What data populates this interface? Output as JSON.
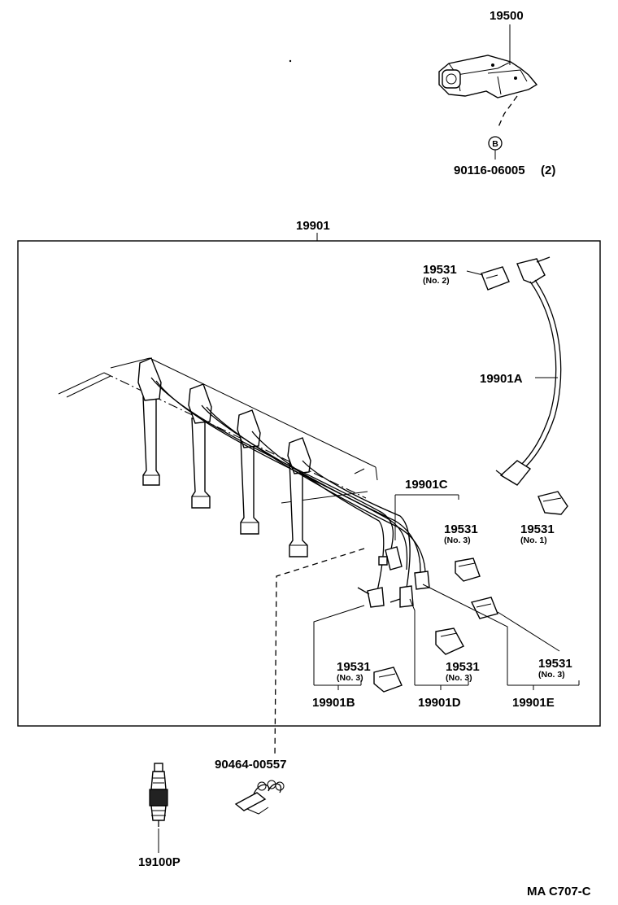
{
  "labels": {
    "coil": "19500",
    "bolt": "90116-06005",
    "bolt_qty": "(2)",
    "bolt_marker": "B",
    "set": "19901",
    "cord_a": "19901A",
    "cord_b": "19901B",
    "cord_c": "19901C",
    "cord_d": "19901D",
    "cord_e": "19901E",
    "boot": "19531",
    "boot_no1": "(No. 1)",
    "boot_no2": "(No. 2)",
    "boot_no3": "(No. 3)",
    "clamp": "90464-00557",
    "plug": "19100P",
    "page_code": "MA C707-C"
  }
}
